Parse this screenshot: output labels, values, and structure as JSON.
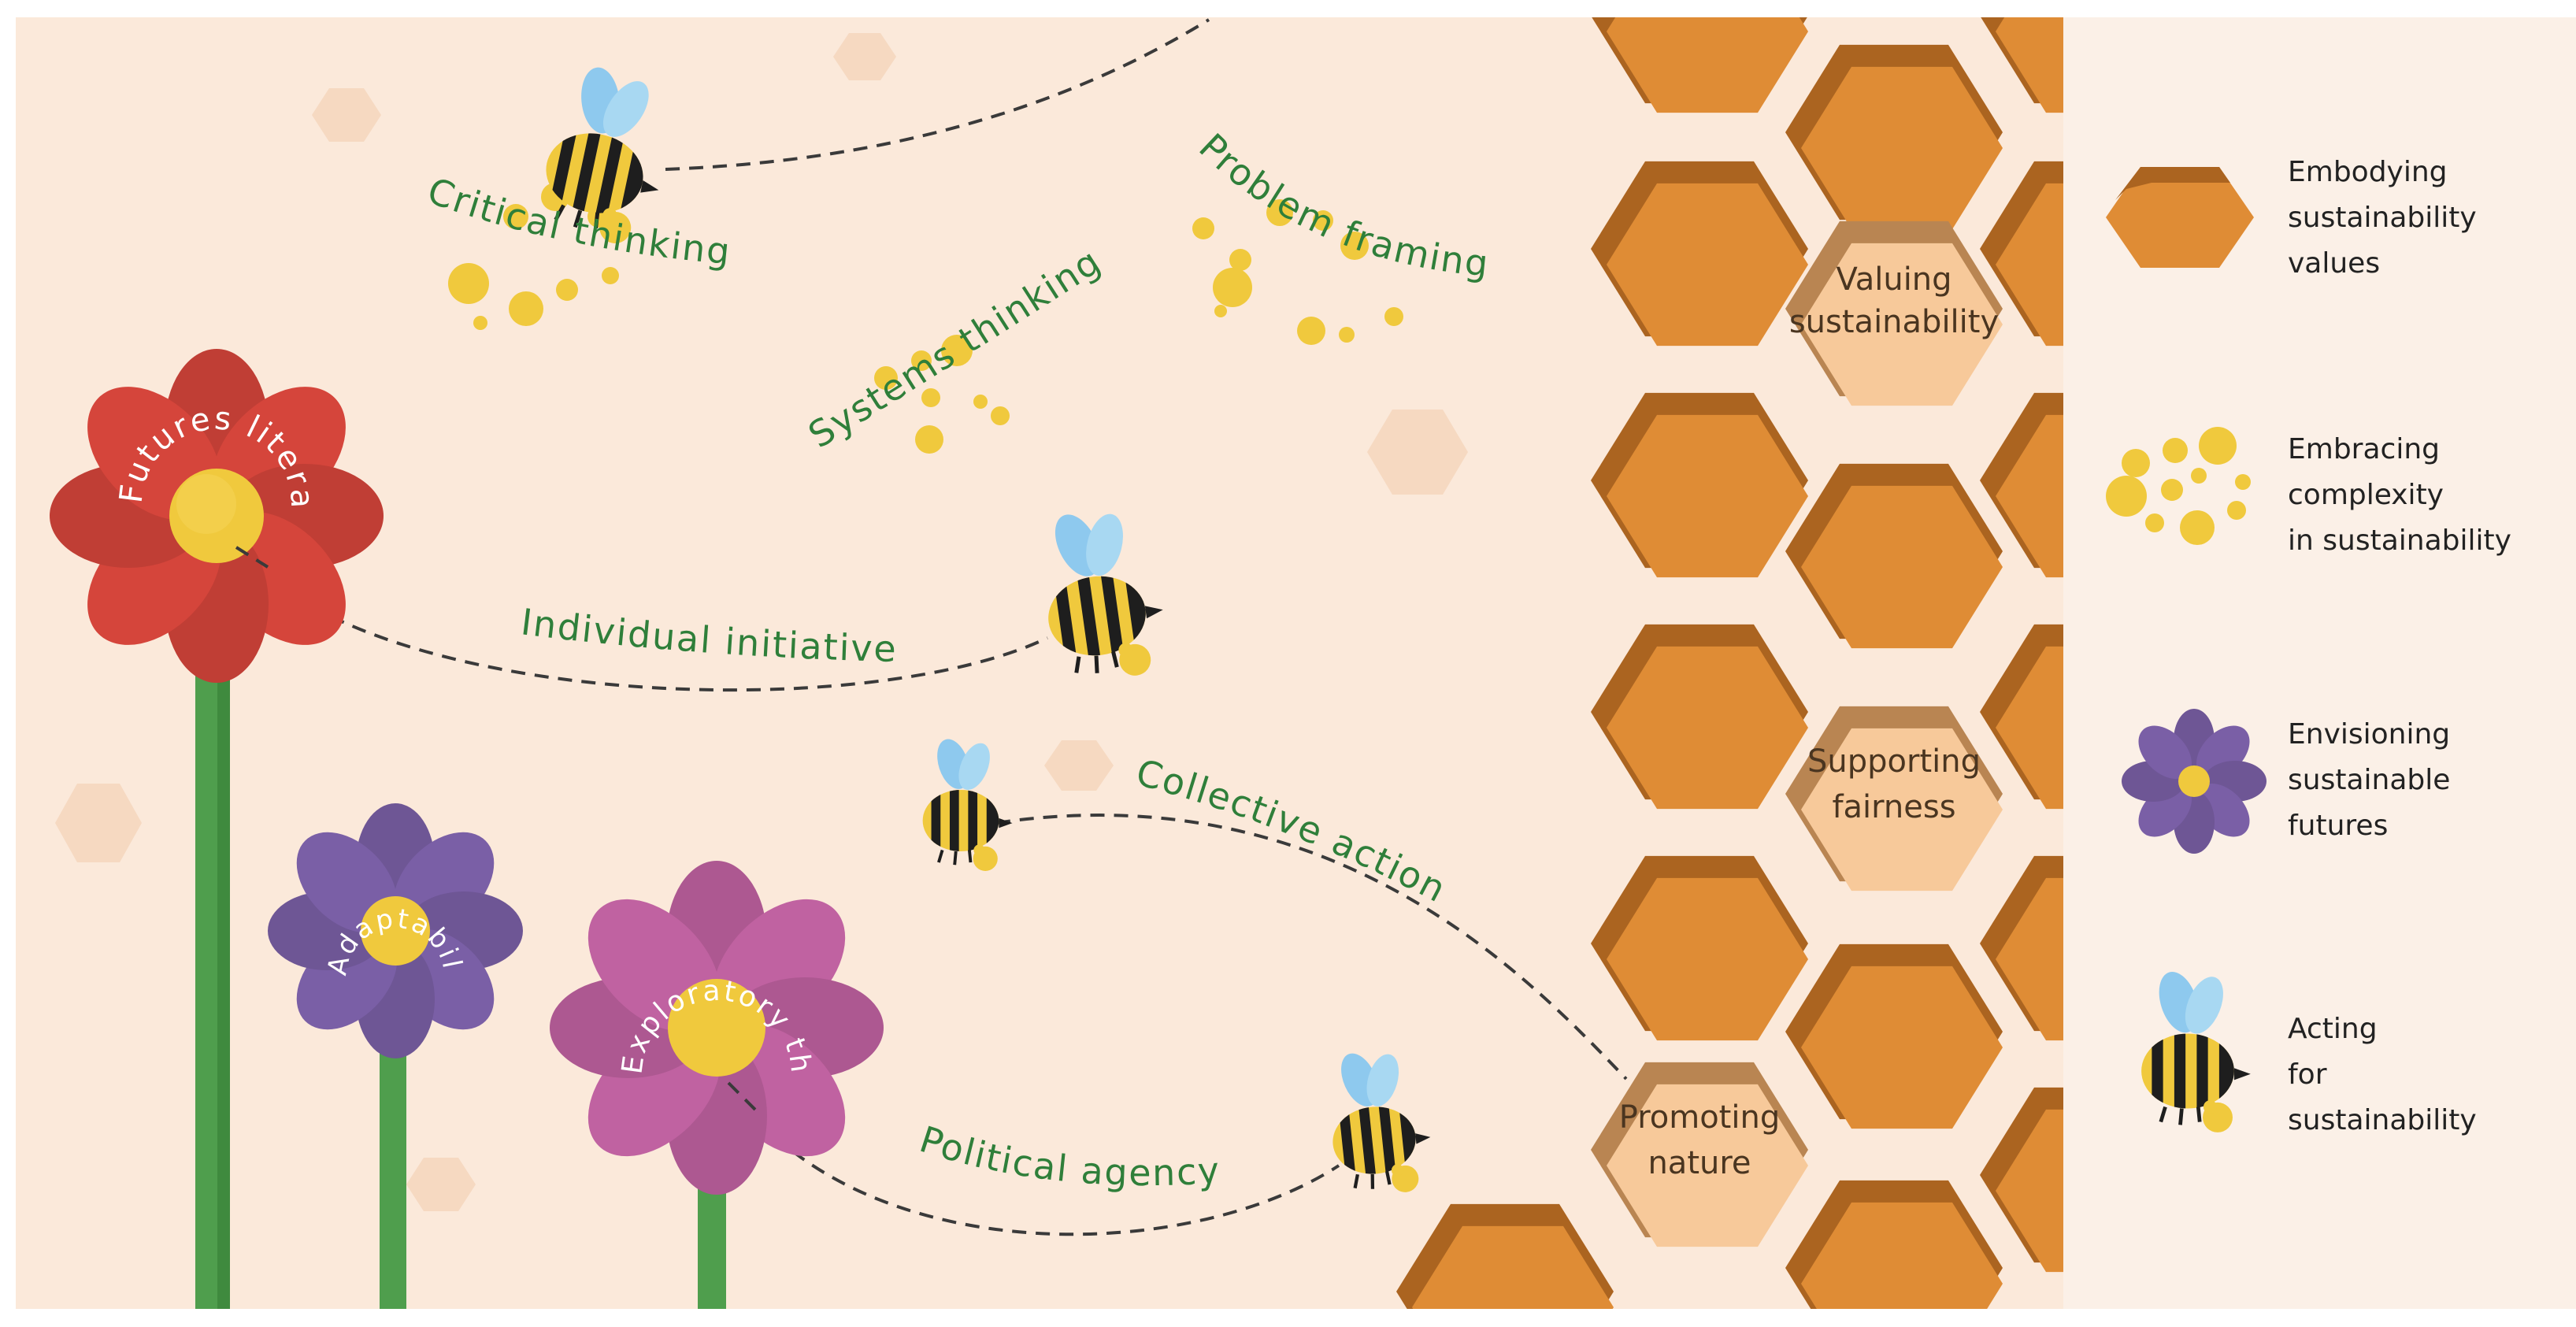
{
  "competences": {
    "critical_thinking": "Critical thinking",
    "systems_thinking": "Systems thinking",
    "problem_framing": "Problem framing",
    "futures_literacy": "Futures literacy",
    "adaptability": "Adaptability",
    "exploratory_thinking": "Exploratory thinking",
    "individual_initiative": "Individual initiative",
    "collective_action": "Collective action",
    "political_agency": "Political agency"
  },
  "honeycomb": {
    "valuing_1": "Valuing",
    "valuing_2": "sustainability",
    "fairness_1": "Supporting",
    "fairness_2": "fairness",
    "nature_1": "Promoting",
    "nature_2": "nature"
  },
  "legend": {
    "values": [
      "Embodying",
      "sustainability",
      "values"
    ],
    "complexity": [
      "Embracing",
      "complexity",
      "in sustainability"
    ],
    "futures": [
      "Envisioning",
      "sustainable",
      "futures"
    ],
    "acting": [
      "Acting",
      "for",
      "sustainability"
    ]
  },
  "colors": {
    "background": "#fbe9da",
    "legend_background": "#fbf0e7",
    "honey": "#df8c35",
    "honey_dark": "#ab6420",
    "honey_light": "#f7c99a",
    "pollen": "#f0c93d",
    "red_flower": "#d5453b",
    "purple_flower": "#7a5fa6",
    "pink_flower": "#c062a1",
    "stem": "#4f9e4d",
    "text_green": "#2f7f3a"
  }
}
